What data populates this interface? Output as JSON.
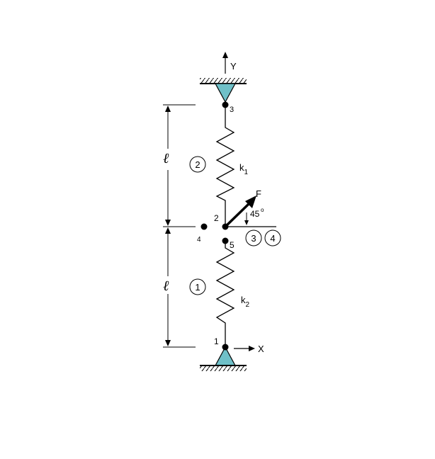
{
  "axes": {
    "y_label": "Y",
    "x_label": "X"
  },
  "nodes": {
    "n1": "1",
    "n2": "2",
    "n3": "3",
    "n4": "4",
    "n5": "5"
  },
  "elements": {
    "e1": "1",
    "e2": "2",
    "e3": "3",
    "e4": "4"
  },
  "springs": {
    "upper": {
      "base": "k",
      "sub": "1"
    },
    "lower": {
      "base": "k",
      "sub": "2"
    }
  },
  "force": {
    "label": "F",
    "angle": "45",
    "degree_mark": "o"
  },
  "dimensions": {
    "upper": "ℓ",
    "lower": "ℓ"
  },
  "colors": {
    "support_fill": "#6fc0c8",
    "line": "#000000"
  }
}
